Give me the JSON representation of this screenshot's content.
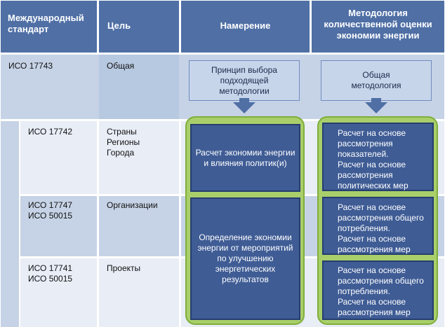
{
  "headers": {
    "standard": "Международный\nстандарт",
    "goal": "Цель",
    "intent": "Намерение",
    "method": "Методология\nколичественной оценки\nэкономии энергии"
  },
  "top": {
    "standard": "ИСО 17743",
    "goal": "Общая",
    "intent": "Принцип выбора\nподходящей\nметодологии",
    "method": "Общая\nметодология"
  },
  "rows": [
    {
      "standard": "ИСО 17742",
      "goal": "Страны\nРегионы\nГорода"
    },
    {
      "standard": "ИСО 17747\nИСО 50015",
      "goal": "Организации"
    },
    {
      "standard": "ИСО 17741\nИСО 50015",
      "goal": "Проекты"
    }
  ],
  "intent_boxes": [
    "Расчет экономии энергии\nи влияния политик(и)",
    "Определение экономии\nэнергии от мероприятий\nпо улучшению\nэнергетических\nрезультатов"
  ],
  "method_boxes": [
    "Расчет на основе\nрассмотрения\nпоказателей.\nРасчет на основе\nрассмотрения\nполитических мер",
    "Расчет на основе\nрассмотрения общего\nпотребления.\nРасчет на основе\nрассмотрения мер",
    "Расчет на основе\nрассмотрения общего\nпотребления.\nРасчет на основе\nрассмотрения мер"
  ]
}
